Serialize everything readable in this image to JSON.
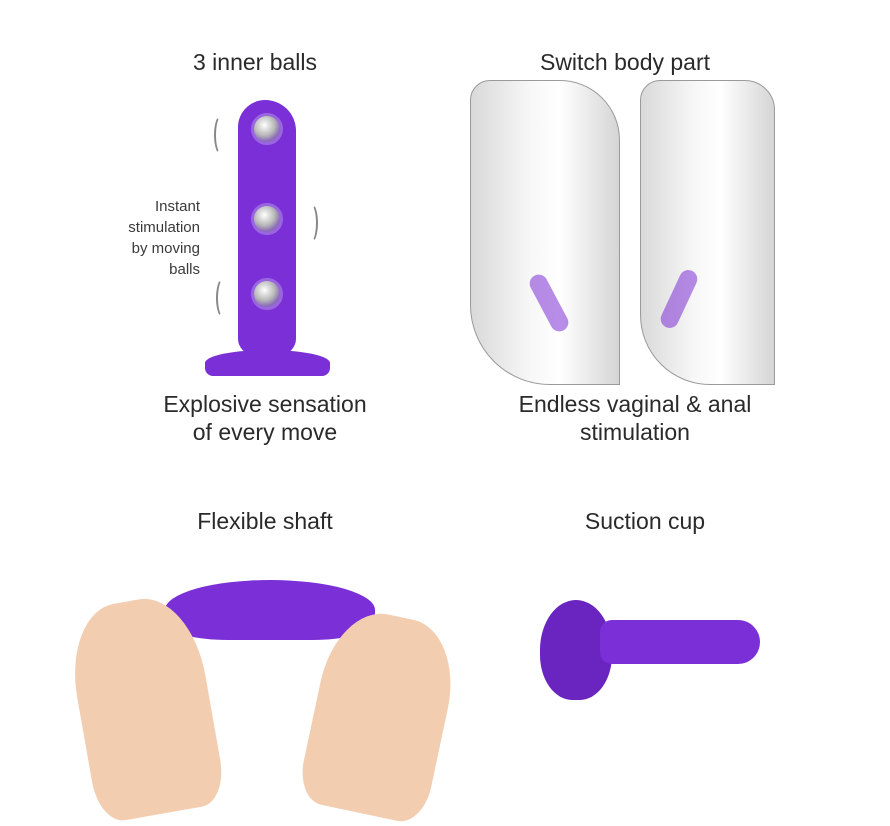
{
  "features": {
    "top_left": {
      "title": "3  inner balls",
      "side_note": [
        "Instant",
        "stimulation",
        "by moving",
        "balls"
      ],
      "caption_line1": "Explosive sensation",
      "caption_line2": "of every move"
    },
    "top_right": {
      "title": "Switch body part",
      "caption_line1": "Endless vaginal & anal",
      "caption_line2": "stimulation"
    },
    "bottom_left": {
      "title": "Flexible shaft"
    },
    "bottom_right": {
      "title": "Suction cup"
    }
  },
  "colors": {
    "product_purple": "#7b2fd6",
    "text": "#2a2a2a",
    "background": "#ffffff"
  }
}
